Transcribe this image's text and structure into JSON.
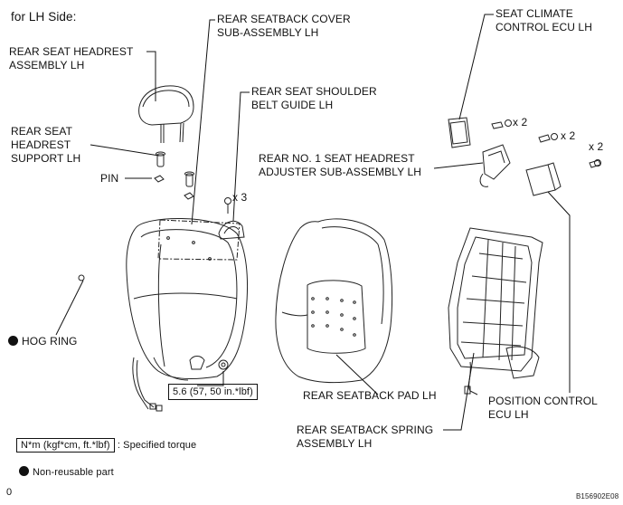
{
  "side_label": "for LH Side:",
  "labels": {
    "headrest": "REAR SEAT HEADREST\nASSEMBLY LH",
    "headrest_support": "REAR SEAT\nHEADREST\nSUPPORT LH",
    "pin": "PIN",
    "hog_ring": "HOG RING",
    "seatback_cover": "REAR SEATBACK COVER\nSUB-ASSEMBLY LH",
    "shoulder_belt_guide": "REAR SEAT SHOULDER\nBELT GUIDE LH",
    "qty_x3": "x 3",
    "climate_ecu": "SEAT CLIMATE\nCONTROL ECU LH",
    "qty_x2_a": "x 2",
    "qty_x2_b": "x 2",
    "qty_x2_c": "x 2",
    "headrest_adjuster": "REAR NO. 1 SEAT HEADREST\nADJUSTER SUB-ASSEMBLY LH",
    "seatback_pad": "REAR SEATBACK PAD LH",
    "spring_assembly": "REAR SEATBACK SPRING\nASSEMBLY LH",
    "position_ecu": "POSITION CONTROL\nECU LH",
    "torque": "5.6 (57, 50 in.*lbf)"
  },
  "legend": {
    "unit": "N*m (kgf*cm, ft.*lbf)",
    "torque_desc": ": Specified torque",
    "non_reusable": "Non-reusable part"
  },
  "footer": {
    "page_mark": "0",
    "code": "B156902E08"
  }
}
